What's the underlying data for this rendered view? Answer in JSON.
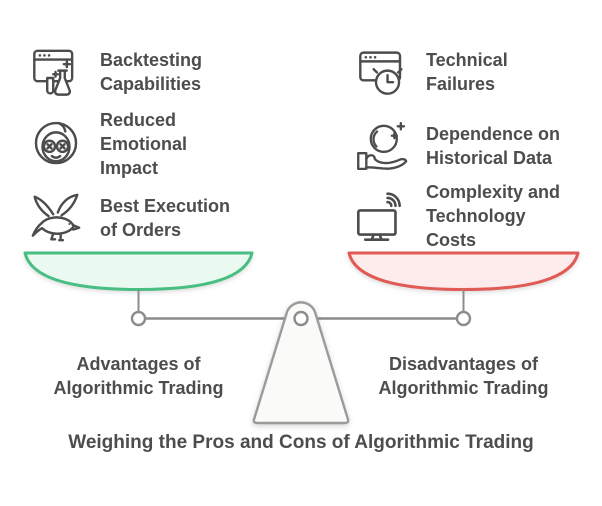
{
  "title": "Weighing the Pros and Cons of Algorithmic Trading",
  "advantages": {
    "heading": [
      "Advantages of",
      "Algorithmic Trading"
    ],
    "pan": {
      "stroke": "#48be82",
      "fill": "#eafaf1"
    },
    "items": [
      {
        "icon": "experiment-window-icon",
        "lines": [
          "Backtesting",
          "Capabilities"
        ]
      },
      {
        "icon": "spa-mask-face-icon",
        "lines": [
          "Reduced",
          "Emotional",
          "Impact"
        ]
      },
      {
        "icon": "bird-icon",
        "lines": [
          "Best Execution",
          "of Orders"
        ]
      }
    ]
  },
  "disadvantages": {
    "heading": [
      "Disadvantages of",
      "Algorithmic Trading"
    ],
    "pan": {
      "stroke": "#e15b55",
      "fill": "#fdeceb"
    },
    "items": [
      {
        "icon": "alarm-window-icon",
        "lines": [
          "Technical",
          "Failures"
        ]
      },
      {
        "icon": "hand-sphere-icon",
        "lines": [
          "Dependence on",
          "Historical Data"
        ]
      },
      {
        "icon": "monitor-wifi-icon",
        "lines": [
          "Complexity and",
          "Technology",
          "Costs"
        ]
      }
    ]
  },
  "colors": {
    "text": "#4d4d4d",
    "icon": "#4c4c4c",
    "beam": "#8c8c8c",
    "fulcrum_fill": "#fafaf8",
    "fulcrum_stroke": "#9b9b9b",
    "background": "#ffffff"
  }
}
